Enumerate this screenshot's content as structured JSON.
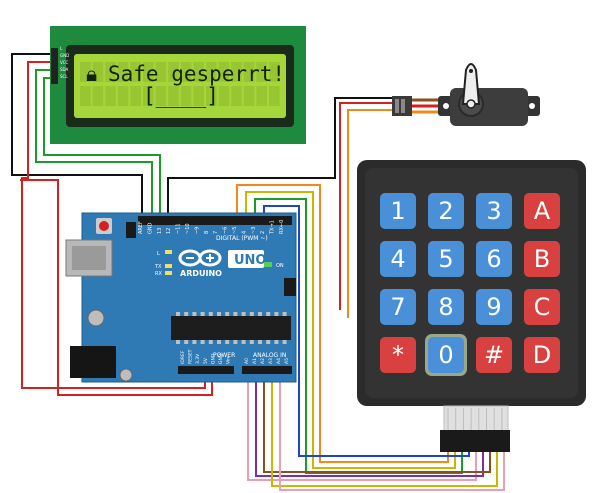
{
  "lcd": {
    "line1": "Safe gesperrt!",
    "line2": "[____]",
    "pin_labels": [
      "L",
      "GND",
      "VCC",
      "SDA",
      "SCL"
    ]
  },
  "arduino": {
    "board_name": "UNO",
    "brand": "ARDUINO",
    "digital_label": "DIGITAL (PWM ~)",
    "analog_label": "ANALOG IN",
    "power_label": "POWER",
    "on_label": "ON",
    "tx_label": "TX",
    "rx_label": "RX",
    "l_label": "L",
    "digital_pins": [
      "AREF",
      "GND",
      "13",
      "12",
      "~11",
      "~10",
      "~9",
      "8",
      "7",
      "~6",
      "~5",
      "4",
      "~3",
      "2",
      "TX→1",
      "RX←0"
    ],
    "power_pins": [
      "IOREF",
      "RESET",
      "3.3V",
      "5V",
      "GND",
      "GND",
      "Vin"
    ],
    "analog_pins": [
      "A0",
      "A1",
      "A2",
      "A3",
      "A4",
      "A5"
    ]
  },
  "keypad": {
    "rows": [
      [
        "1",
        "2",
        "3",
        "A"
      ],
      [
        "4",
        "5",
        "6",
        "B"
      ],
      [
        "7",
        "8",
        "9",
        "C"
      ],
      [
        "*",
        "0",
        "#",
        "D"
      ]
    ],
    "pressed": "0"
  },
  "colors": {
    "lcd_screen": "#a5d63a",
    "lcd_board": "#1e8a3d",
    "arduino_board": "#2f7ab5",
    "keypad_body": "#2b2b2b",
    "key_blue": "#4a90d9",
    "key_red": "#d94040",
    "wire_red": "#d42020",
    "wire_black": "#111111",
    "wire_green": "#1c9a2a",
    "wire_orange": "#f08a1c",
    "wire_yellow": "#c7b800",
    "wire_purple": "#7a2fa8",
    "wire_blue": "#2145c8",
    "wire_brown": "#8a5020",
    "wire_pink": "#e8a0b0"
  }
}
